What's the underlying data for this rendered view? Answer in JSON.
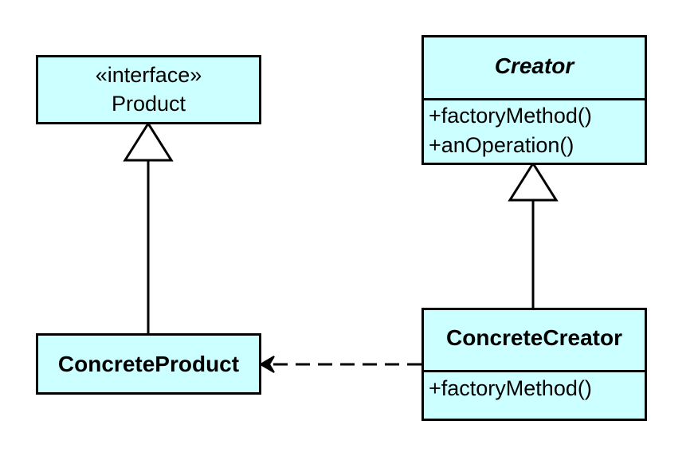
{
  "colors": {
    "box_fill": "#ccffff",
    "stroke": "#000000",
    "background": "#ffffff"
  },
  "product": {
    "stereotype": "«interface»",
    "name": "Product"
  },
  "concrete_product": {
    "name": "ConcreteProduct"
  },
  "creator": {
    "name": "Creator",
    "operations": [
      "+factoryMethod()",
      "+anOperation()"
    ]
  },
  "concrete_creator": {
    "name": "ConcreteCreator",
    "operations": [
      "+factoryMethod()"
    ]
  }
}
